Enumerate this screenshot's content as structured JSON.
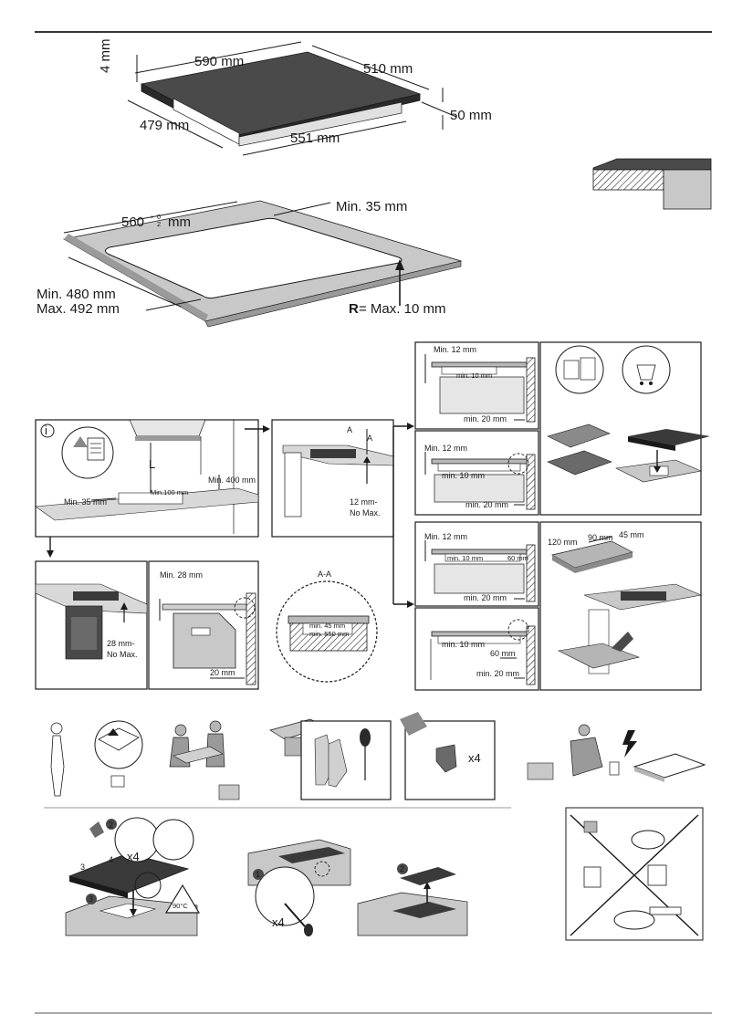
{
  "hob_dimensions": {
    "width": "590 mm",
    "depth": "510 mm",
    "thickness": "4 mm",
    "height": "50 mm",
    "bottom_depth": "479 mm",
    "bottom_width": "551 mm"
  },
  "cutout": {
    "width_main": "560",
    "width_tolerance_plus": "+",
    "width_tolerance_value": "0",
    "width_tolerance_lower": "2",
    "width_unit": "mm",
    "min_edge": "Min. 35 mm",
    "depth_min": "Min. 480 mm",
    "depth_max": "Max. 492 mm",
    "radius_letter": "R",
    "radius_text": " = Max. 10 mm"
  },
  "kitchen": {
    "info_icon": "i",
    "letter_l": "L",
    "min_400": "Min. 400 mm",
    "min_100": "Min.100 mm",
    "min_35": "Min. 35 mm",
    "letter_a1": "A",
    "letter_a2": "A",
    "note_12_line1": "12 mm-",
    "note_12_line2": "No Max.",
    "note_28_line1": "28 mm-",
    "note_28_line2": "No Max.",
    "min_28": "Min. 28 mm",
    "oven_20": "20 mm",
    "section_title": "A-A",
    "section_min45": "min. 45 mm",
    "section_min550": "min. 550 mm"
  },
  "install_panels": {
    "p1_min12": "Min. 12 mm",
    "p1_min10": "min. 10 mm",
    "p1_min20": "min. 20 mm",
    "p2_min12": "Min. 12 mm",
    "p2_min10": "min. 10 mm",
    "p2_min20": "min. 20 mm",
    "p3_min12": "Min. 12 mm",
    "p3_min10": "min. 10 mm",
    "p3_60": "60 mm",
    "p3_min20": "min. 20 mm",
    "p4_min10": "min. 10 mm",
    "p4_60": "60 mm",
    "p4_min20": "min. 20 mm",
    "vent_120": "120 mm",
    "vent_90": "90 mm",
    "vent_45": "45 mm"
  },
  "steps": {
    "clips_count": "x4",
    "fix_count": "x4",
    "remove_count": "x4",
    "step1": "1",
    "step2": "2",
    "step3": "3",
    "step4": "4",
    "temp": "90°C",
    "remove_step1": "1",
    "remove_step2": "2"
  }
}
